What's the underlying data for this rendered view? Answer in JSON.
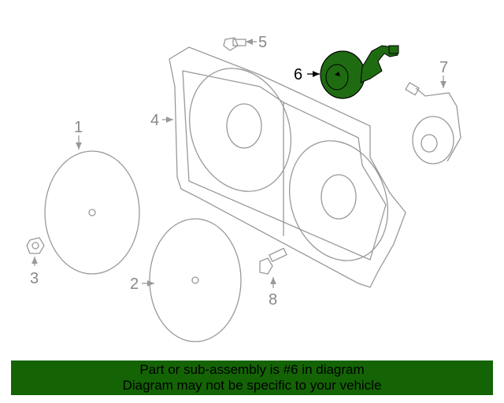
{
  "callouts": {
    "c1": "1",
    "c2": "2",
    "c3": "3",
    "c4": "4",
    "c5": "5",
    "c6": "6",
    "c7": "7",
    "c8": "8"
  },
  "highlight_part": "6",
  "colors": {
    "highlight": "#1f6b12",
    "banner": "#146405",
    "line": "#999999"
  },
  "banner": {
    "line1": "Part or sub-assembly is #6 in diagram",
    "line2": "Diagram may not be specific to your vehicle"
  }
}
